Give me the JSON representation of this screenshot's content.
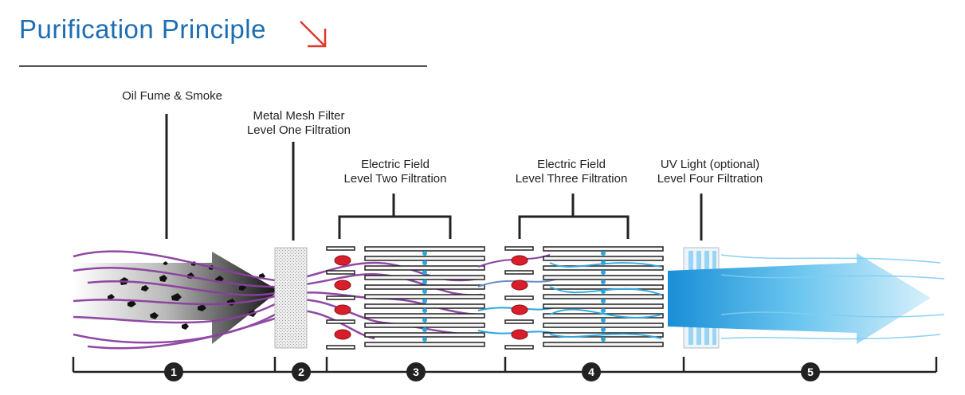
{
  "title": "Purification Principle",
  "stages": [
    {
      "step": "1",
      "line1": "Oil Fume & Smoke",
      "line2": ""
    },
    {
      "step": "2",
      "line1": "Metal Mesh Filter",
      "line2": "Level One Filtration"
    },
    {
      "step": "3",
      "line1": "Electric Field",
      "line2": "Level Two Filtration"
    },
    {
      "step": "4",
      "line1": "Electric Field",
      "line2": "Level Three Filtration"
    },
    {
      "step": "5",
      "line1": "UV Light (optional)",
      "line2": "Level Four Filtration"
    }
  ],
  "icons": {
    "title_arrow": "arrow-down-right-icon"
  },
  "colors": {
    "title": "#1c6db2",
    "accent_arrow": "#e0392b",
    "smoke_lines": "#8b3fa0",
    "clean_air": "#2aa7e0",
    "particles": "#d81e2a"
  }
}
